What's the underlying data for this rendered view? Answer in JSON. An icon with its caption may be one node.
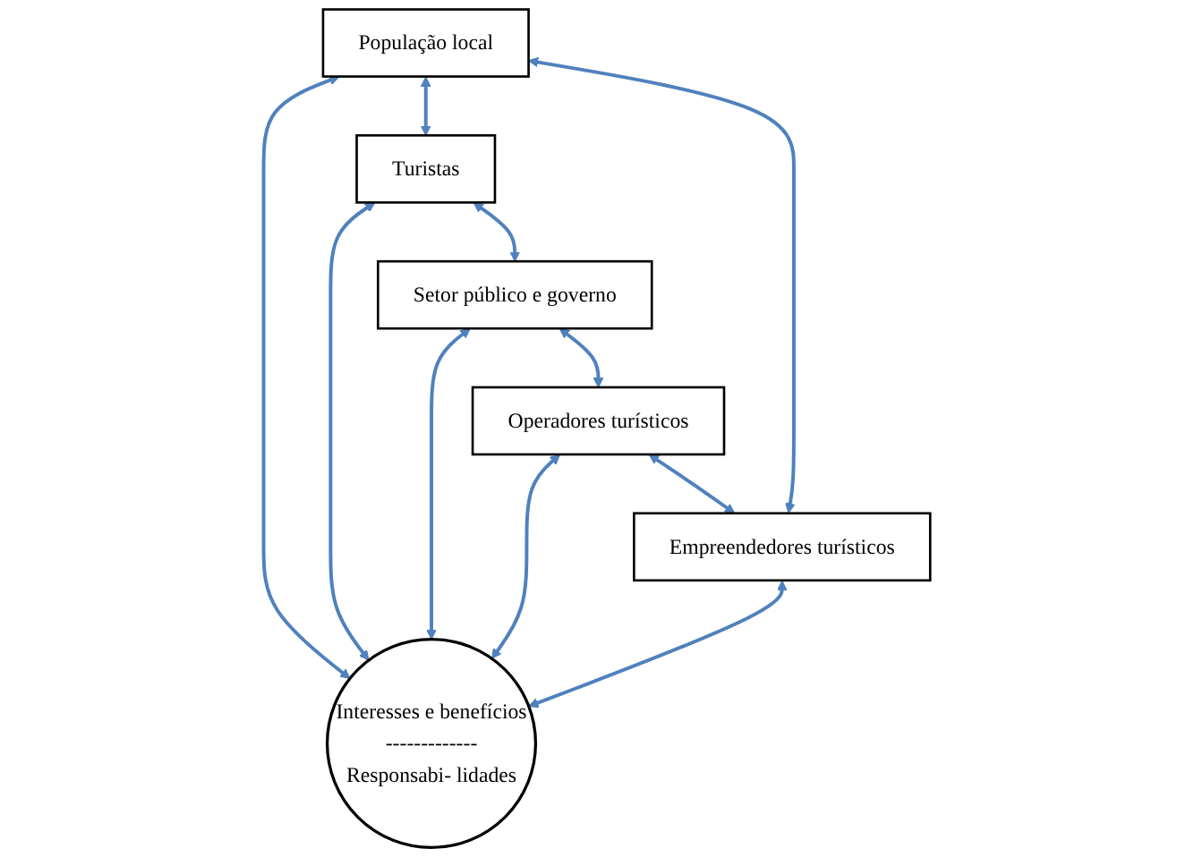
{
  "diagram": {
    "nodes": [
      {
        "text": [
          "População local"
        ]
      },
      {
        "text": [
          "Turistas"
        ]
      },
      {
        "text": [
          "Setor público e governo"
        ]
      },
      {
        "text": [
          "Operadores turísticos"
        ]
      },
      {
        "text": [
          "Empreendedores turísticos"
        ]
      },
      {
        "text": [
          "Interesses e benefícios",
          "-------------",
          "Responsabi- lidades"
        ]
      }
    ],
    "edges": [
      {
        "from": 0,
        "to": 1,
        "arrow": "both"
      },
      {
        "from": 1,
        "to": 2,
        "arrow": "both"
      },
      {
        "from": 2,
        "to": 3,
        "arrow": "both"
      },
      {
        "from": 3,
        "to": 4,
        "arrow": "both"
      },
      {
        "from": 4,
        "to": 0,
        "arrow": "both"
      },
      {
        "from": 0,
        "to": 5,
        "arrow": "both"
      },
      {
        "from": 1,
        "to": 5,
        "arrow": "both"
      },
      {
        "from": 2,
        "to": 5,
        "arrow": "both"
      },
      {
        "from": 3,
        "to": 5,
        "arrow": "both"
      },
      {
        "from": 4,
        "to": 5,
        "arrow": "both"
      }
    ]
  }
}
